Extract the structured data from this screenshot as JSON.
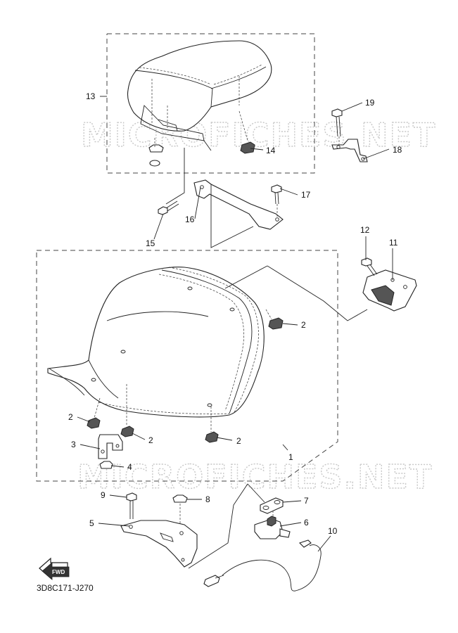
{
  "watermark": "MICROFICHES.NET",
  "fwd_label": "FWD",
  "diagram_code": "3D8C171-J270",
  "callouts": {
    "c1": "1",
    "c2a": "2",
    "c2b": "2",
    "c2c": "2",
    "c2d": "2",
    "c3": "3",
    "c4": "4",
    "c5": "5",
    "c6": "6",
    "c7": "7",
    "c8": "8",
    "c9": "9",
    "c10": "10",
    "c11": "11",
    "c12": "12",
    "c13": "13",
    "c14": "14",
    "c15": "15",
    "c16": "16",
    "c17": "17",
    "c18": "18",
    "c19": "19"
  },
  "parts": [
    {
      "no": "1",
      "name": "seat-assembly"
    },
    {
      "no": "2",
      "name": "damper"
    },
    {
      "no": "3",
      "name": "bracket"
    },
    {
      "no": "4",
      "name": "nut"
    },
    {
      "no": "5",
      "name": "plate"
    },
    {
      "no": "6",
      "name": "seat-lock"
    },
    {
      "no": "7",
      "name": "plate"
    },
    {
      "no": "8",
      "name": "nut"
    },
    {
      "no": "9",
      "name": "bolt"
    },
    {
      "no": "10",
      "name": "cable"
    },
    {
      "no": "11",
      "name": "bracket"
    },
    {
      "no": "12",
      "name": "bolt"
    },
    {
      "no": "13",
      "name": "passenger-seat"
    },
    {
      "no": "14",
      "name": "damper"
    },
    {
      "no": "15",
      "name": "bolt"
    },
    {
      "no": "16",
      "name": "bracket"
    },
    {
      "no": "17",
      "name": "bolt"
    },
    {
      "no": "18",
      "name": "stay"
    },
    {
      "no": "19",
      "name": "bolt"
    }
  ]
}
